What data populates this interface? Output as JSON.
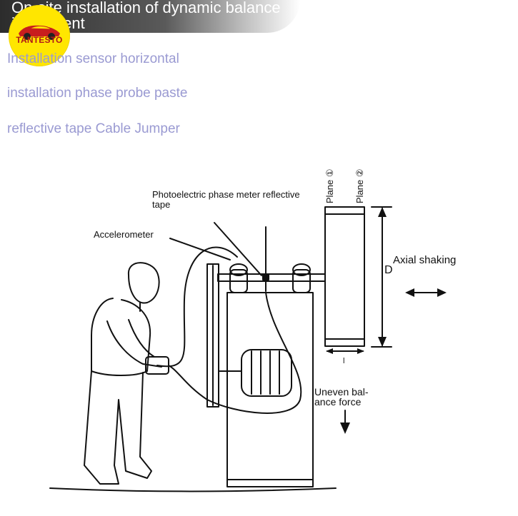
{
  "banner": {
    "line1": "On-site installation of dynamic balance",
    "line2": "instrument"
  },
  "logo": {
    "text": "TANTESTO"
  },
  "captions": [
    "Installation sensor horizontal",
    "installation phase probe paste",
    "reflective tape Cable Jumper"
  ],
  "diagram_labels": {
    "photo_line1": "Photoelectric phase meter reflective",
    "photo_line2": "tape",
    "accelerometer": "Accelerometer",
    "axial": "Axial shaking",
    "d": "D",
    "l": "l",
    "uneven_line1": "Uneven bal-",
    "uneven_line2": "ance force",
    "plane1": "Plane ①",
    "plane2": "Plane ②"
  }
}
